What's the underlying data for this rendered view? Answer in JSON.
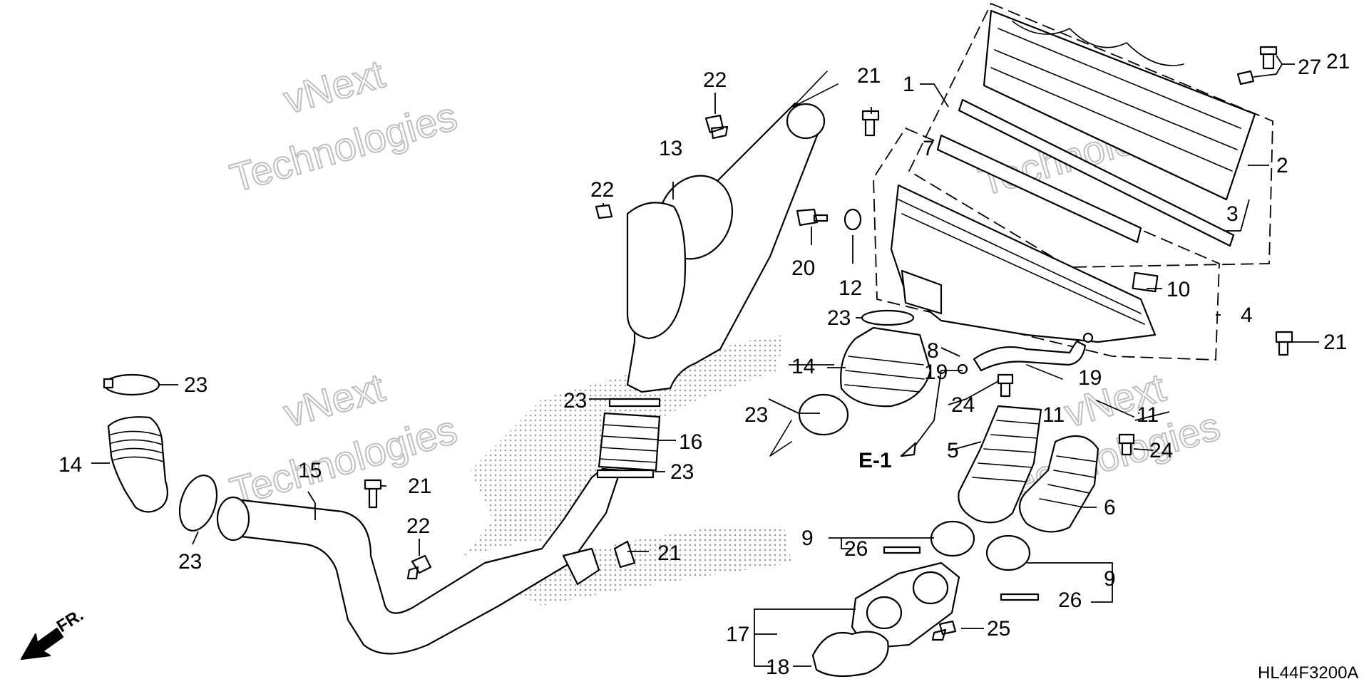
{
  "diagram_code": "HL44F3200A",
  "front_label": "FR.",
  "ref_label": "E-1",
  "watermark": {
    "line1": "vNext",
    "line2": "Technologies"
  },
  "colors": {
    "line": "#000000",
    "background": "#ffffff",
    "watermark": "#b5b5b5",
    "dots": "#9a9a9a"
  },
  "callouts": {
    "c1": "1",
    "c2": "2",
    "c3": "3",
    "c4": "4",
    "c5": "5",
    "c6": "6",
    "c7": "7",
    "c8": "8",
    "c9a": "9",
    "c9b": "9",
    "c10": "10",
    "c11a": "11",
    "c11b": "11",
    "c12": "12",
    "c13": "13",
    "c14a": "14",
    "c14b": "14",
    "c15": "15",
    "c16": "16",
    "c17": "17",
    "c18": "18",
    "c19a": "19",
    "c19b": "19",
    "c20": "20",
    "c21a": "21",
    "c21b": "21",
    "c21c": "21",
    "c21d": "21",
    "c21e": "21",
    "c22a": "22",
    "c22b": "22",
    "c22c": "22",
    "c23a": "23",
    "c23b": "23",
    "c23c": "23",
    "c23d": "23",
    "c23e": "23",
    "c23f": "23",
    "c24a": "24",
    "c24b": "24",
    "c25": "25",
    "c26a": "26",
    "c26b": "26",
    "c27": "27"
  }
}
